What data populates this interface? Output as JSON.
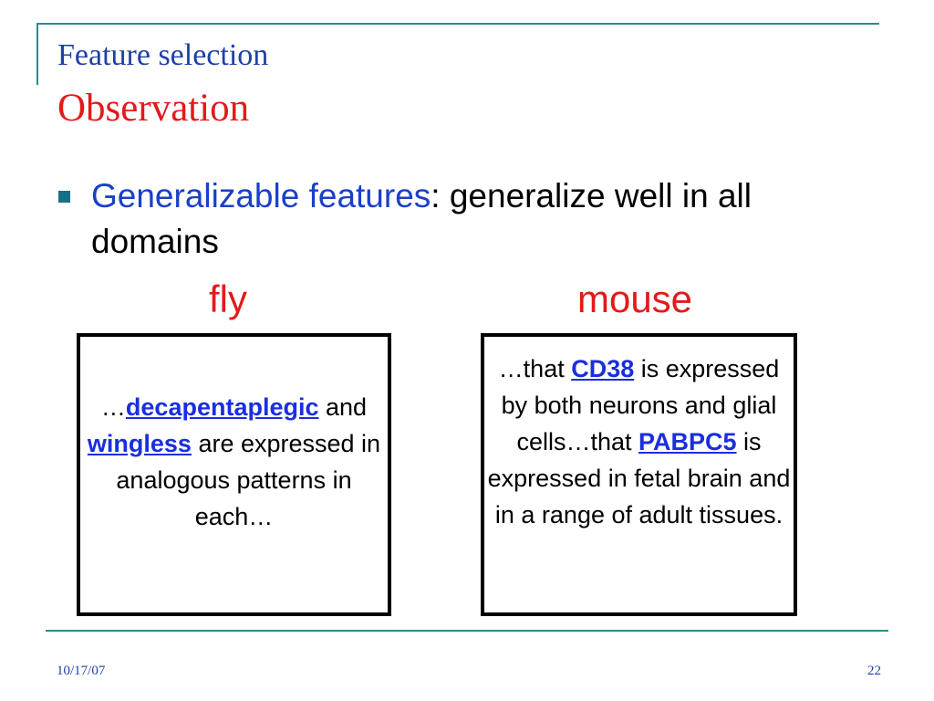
{
  "slide": {
    "title": "Feature selection",
    "subtitle": "Observation"
  },
  "bullet": {
    "term": "Generalizable features",
    "rest": ": generalize well in all domains"
  },
  "columns": {
    "fly_label": "fly",
    "mouse_label": "mouse"
  },
  "fly_box": {
    "prefix": "…",
    "gene1": "decapentaplegic",
    "and": " and ",
    "gene2": "wingless",
    "rest": " are expressed in analogous patterns in each…"
  },
  "mouse_box": {
    "prefix": "…that ",
    "gene1": "CD38",
    "mid": " is expressed by both neurons and glial cells…that ",
    "gene2": "PABPC5",
    "rest": " is expressed in fetal brain and in a range of adult tissues."
  },
  "footer": {
    "date": "10/17/07",
    "page": "22"
  },
  "colors": {
    "title": "#1f3fa8",
    "accent_red": "#e31a1a",
    "rule": "#2e8b8b",
    "link": "#1a2ee0"
  }
}
